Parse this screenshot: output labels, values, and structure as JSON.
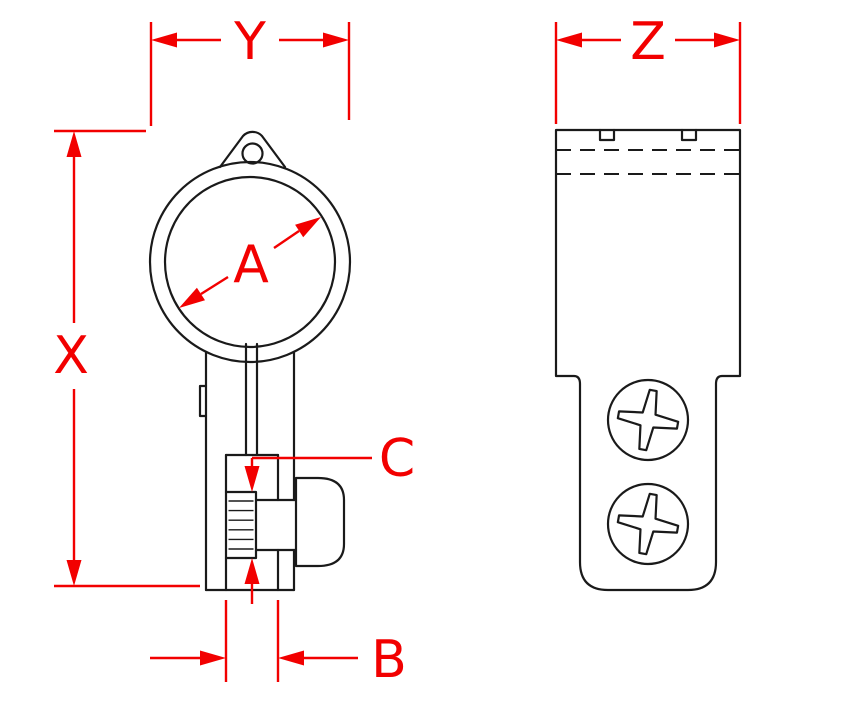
{
  "colors": {
    "line": "#1a1a1a",
    "dimension": "#f20000",
    "background": "#ffffff"
  },
  "dimensions": {
    "a": {
      "label": "A"
    },
    "b": {
      "label": "B"
    },
    "c": {
      "label": "C"
    },
    "x": {
      "label": "X"
    },
    "y": {
      "label": "Y"
    },
    "z": {
      "label": "Z"
    }
  }
}
